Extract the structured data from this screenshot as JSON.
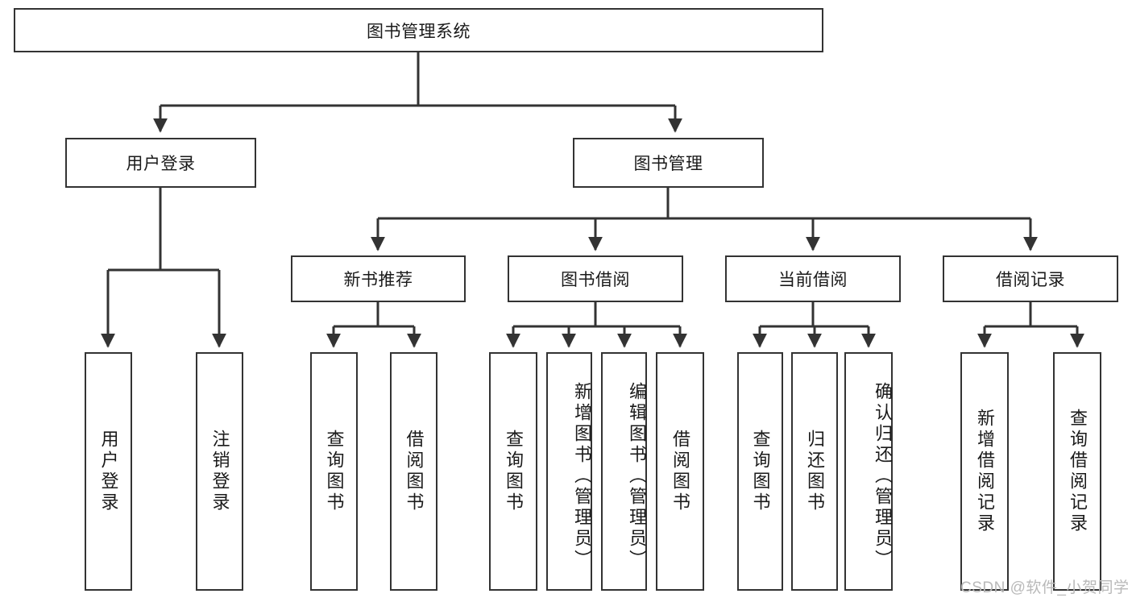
{
  "diagram": {
    "type": "tree",
    "title": "图书管理系统",
    "watermark": "CSDN @软件_小贺同学",
    "colors": {
      "border": "#333333",
      "background": "#ffffff",
      "text": "#1a1a1a",
      "watermark": "#b9b9b9"
    },
    "nodes": {
      "root": "图书管理系统",
      "level2": [
        {
          "label": "用户登录"
        },
        {
          "label": "图书管理"
        }
      ],
      "level3": [
        {
          "label": "新书推荐"
        },
        {
          "label": "图书借阅"
        },
        {
          "label": "当前借阅"
        },
        {
          "label": "借阅记录"
        }
      ],
      "leaves": {
        "user_login": [
          "用户登录",
          "注销登录"
        ],
        "new_book": [
          "查询图书",
          "借阅图书"
        ],
        "book_borrow": [
          "查询图书",
          "新增图书（管理员）",
          "编辑图书（管理员）",
          "借阅图书"
        ],
        "current_borrow": [
          "查询图书",
          "归还图书",
          "确认归还（管理员）"
        ],
        "borrow_record": [
          "新增借阅记录",
          "查询借阅记录"
        ]
      }
    }
  }
}
